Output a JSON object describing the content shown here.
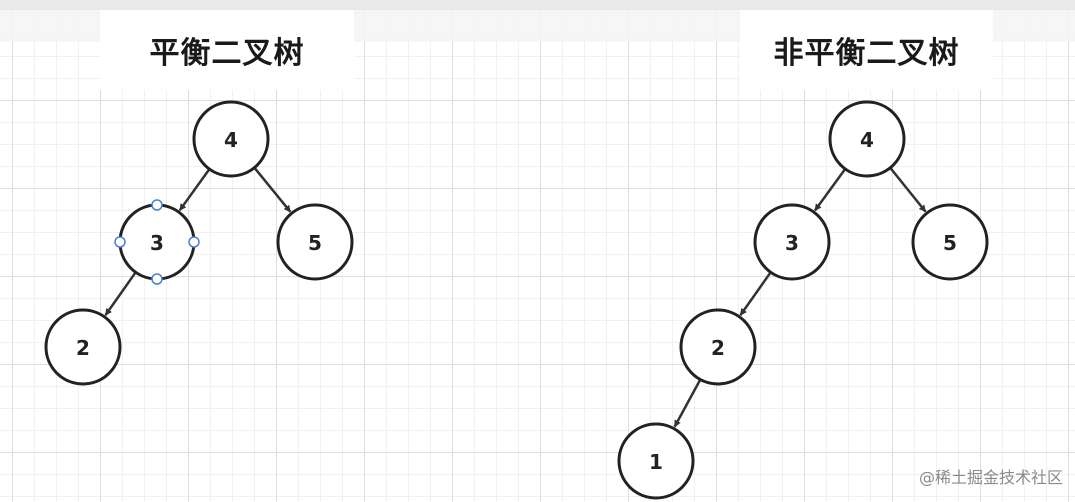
{
  "titles": {
    "left": "平衡二叉树",
    "right": "非平衡二叉树"
  },
  "trees": [
    {
      "id": "balanced",
      "nodes": [
        {
          "id": "b4",
          "label": "4"
        },
        {
          "id": "b3",
          "label": "3",
          "selected": true
        },
        {
          "id": "b5",
          "label": "5"
        },
        {
          "id": "b2",
          "label": "2"
        }
      ],
      "edges": [
        [
          "b4",
          "b3"
        ],
        [
          "b4",
          "b5"
        ],
        [
          "b3",
          "b2"
        ]
      ]
    },
    {
      "id": "unbalanced",
      "nodes": [
        {
          "id": "u4",
          "label": "4"
        },
        {
          "id": "u3",
          "label": "3"
        },
        {
          "id": "u5",
          "label": "5"
        },
        {
          "id": "u2",
          "label": "2"
        },
        {
          "id": "u1",
          "label": "1"
        }
      ],
      "edges": [
        [
          "u4",
          "u3"
        ],
        [
          "u4",
          "u5"
        ],
        [
          "u3",
          "u2"
        ],
        [
          "u2",
          "u1"
        ]
      ]
    }
  ],
  "colors": {
    "node_stroke": "#222222",
    "edge": "#333333",
    "selection_handle": "#4a7fd6"
  },
  "watermark": "@稀土掘金技术社区"
}
